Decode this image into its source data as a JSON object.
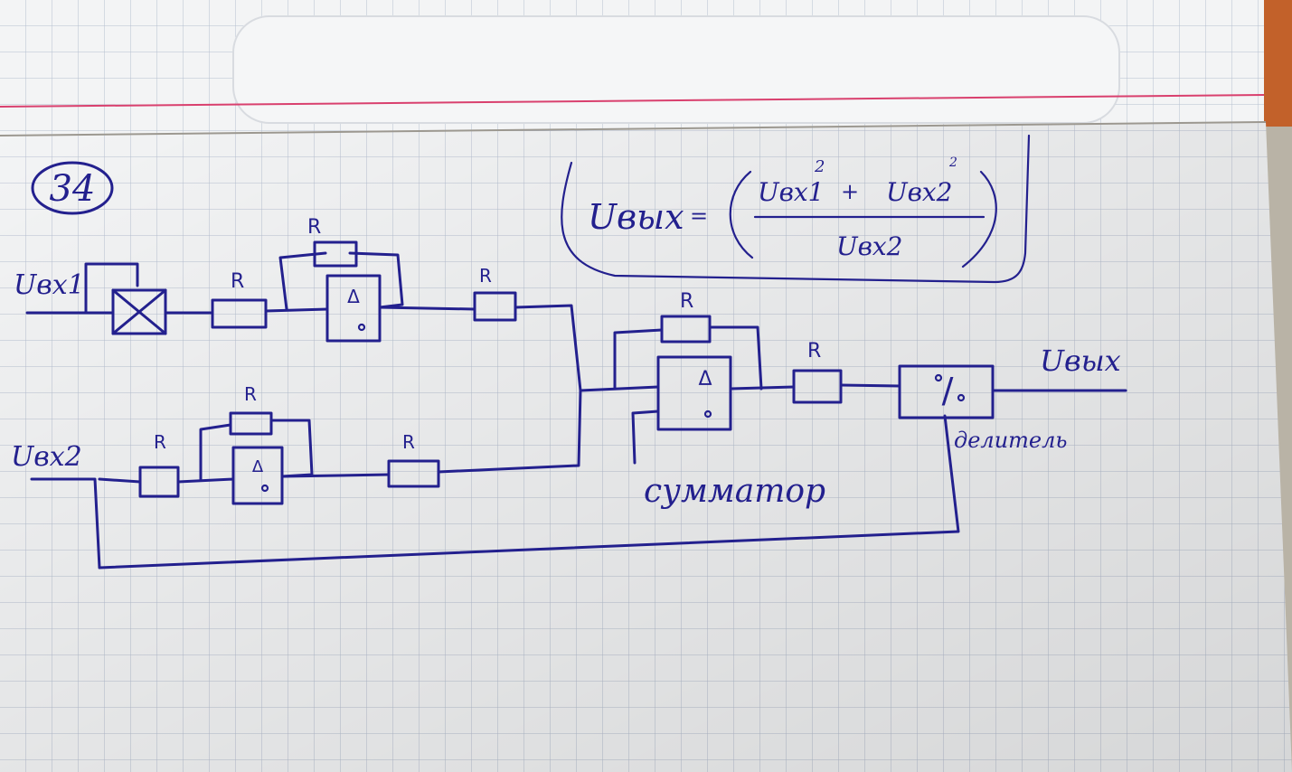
{
  "problem_number": "34",
  "formula": {
    "lhs": "Uвых",
    "equals": "=",
    "num_term1": "Uвх1",
    "num_term1_exp": "2",
    "plus": "+",
    "num_term2": "Uвх2",
    "num_term2_exp": "2",
    "denominator": "Uвх2"
  },
  "inputs": {
    "in1": "Uвх1",
    "in2": "Uвх2"
  },
  "output": "Uвых",
  "resistor_label": "R",
  "opamp_symbol": "Δ",
  "divider_symbol": "/",
  "labels": {
    "summator": "сумматор",
    "divider": "делитель"
  },
  "colors": {
    "ink": "#23208e",
    "paper": "#f3f4f5",
    "grid": "#b6bfd0",
    "margin_line": "#d9406e"
  }
}
